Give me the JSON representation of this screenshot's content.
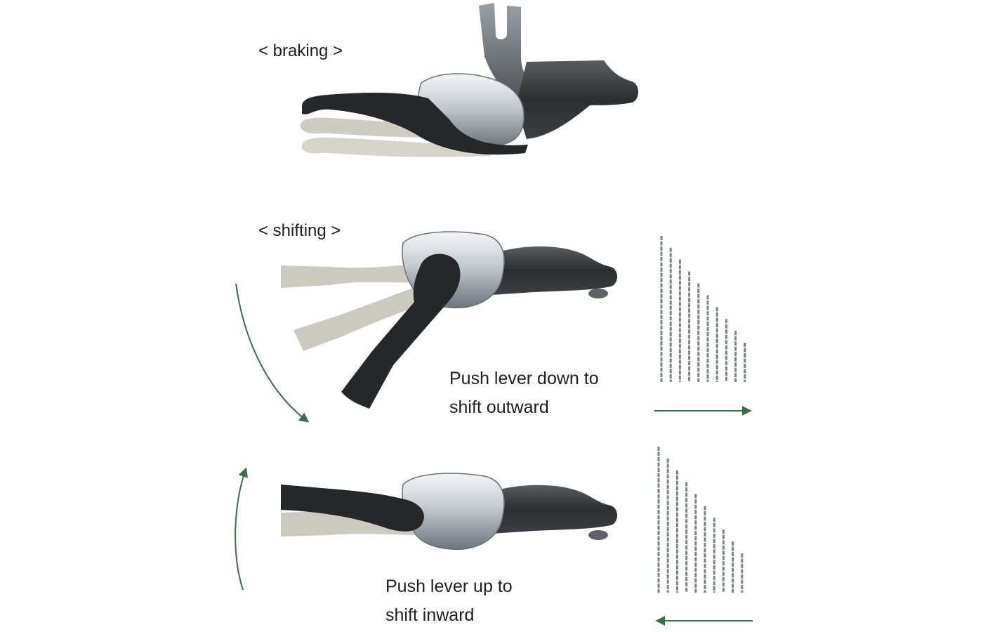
{
  "sections": {
    "braking": {
      "heading": "< braking >"
    },
    "shifting": {
      "heading": "< shifting >"
    }
  },
  "captions": {
    "down": {
      "line1": "Push lever down to",
      "line2": "shift outward"
    },
    "up": {
      "line1": "Push lever up to",
      "line2": "shift inward"
    }
  },
  "colors": {
    "lever_dark": "#2a2a2a",
    "lever_ghost": "#c9c6bc",
    "body_silver": "#d3d7dd",
    "arrow_green": "#3e6e46",
    "cog_lines": "#7d8488"
  },
  "icons": {
    "brake_lever": "brake-lever-illustration",
    "shift_lever": "shift-lever-illustration",
    "cogs": "sprocket-cassette-icon",
    "rotation_arrow": "curved-arrow-icon",
    "direction_arrow": "arrow-icon"
  }
}
